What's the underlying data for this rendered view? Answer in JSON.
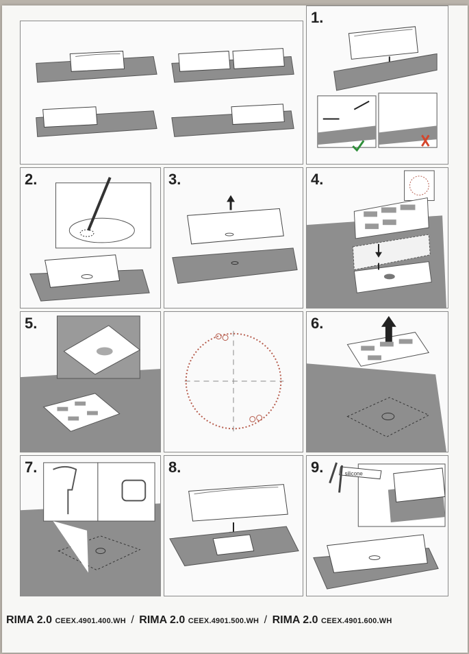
{
  "steps": {
    "s1": "1.",
    "s2": "2.",
    "s3": "3.",
    "s4": "4.",
    "s5": "5.",
    "s6": "6.",
    "s7": "7.",
    "s8": "8.",
    "s9": "9."
  },
  "silicone_label": "silicone",
  "footer": {
    "products": [
      {
        "model": "RIMA 2.0",
        "code": "CEEX.4901.400.WH"
      },
      {
        "model": "RIMA 2.0",
        "code": "CEEX.4901.500.WH"
      },
      {
        "model": "RIMA 2.0",
        "code": "CEEX.4901.600.WH"
      }
    ],
    "separator": "/"
  },
  "colors": {
    "countertop": "#8e8e8e",
    "outline": "#444444",
    "cut_line": "#b55a4a",
    "check": "#2f8f3a",
    "cross": "#d4462c"
  }
}
